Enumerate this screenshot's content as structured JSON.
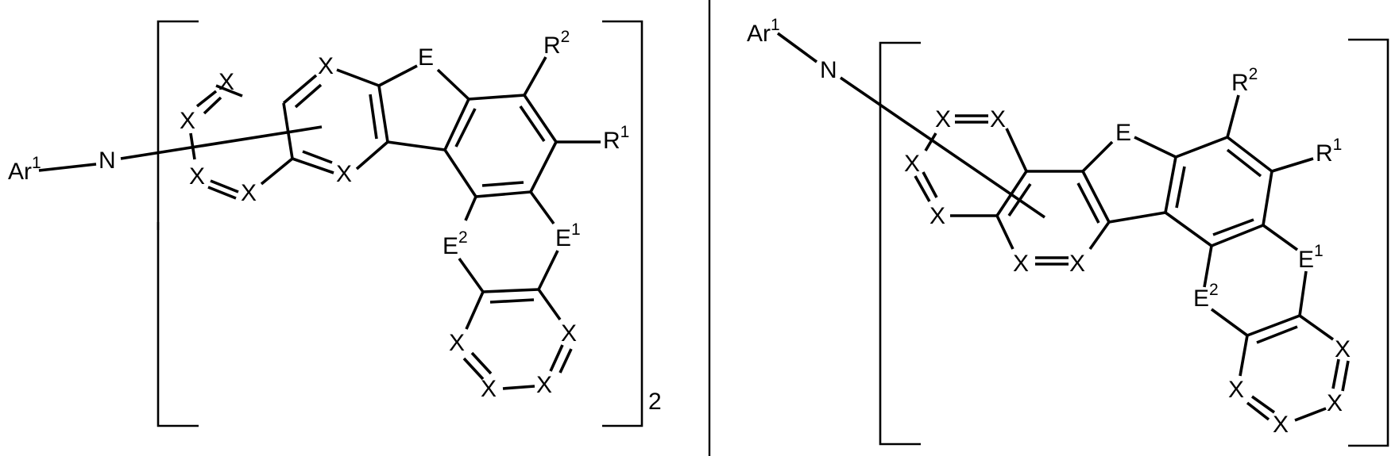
{
  "figure": {
    "structure_1": {
      "substituent": {
        "label": "Ar",
        "superscript": "1"
      },
      "amine": "N",
      "ring_atom": "X",
      "heteroatom": "E",
      "R_top": {
        "label": "R",
        "superscript": "2"
      },
      "R_side": {
        "label": "R",
        "superscript": "1"
      },
      "E_right": {
        "label": "E",
        "superscript": "1"
      },
      "E_left": {
        "label": "E",
        "superscript": "2"
      },
      "repeat_count": "2"
    },
    "structure_2": {
      "substituent": {
        "label": "Ar",
        "superscript": "1"
      },
      "amine": "N",
      "ring_atom": "X",
      "heteroatom": "E",
      "R_top": {
        "label": "R",
        "superscript": "2"
      },
      "R_side": {
        "label": "R",
        "superscript": "1"
      },
      "E_right": {
        "label": "E",
        "superscript": "1"
      },
      "E_left": {
        "label": "E",
        "superscript": "2"
      }
    }
  }
}
